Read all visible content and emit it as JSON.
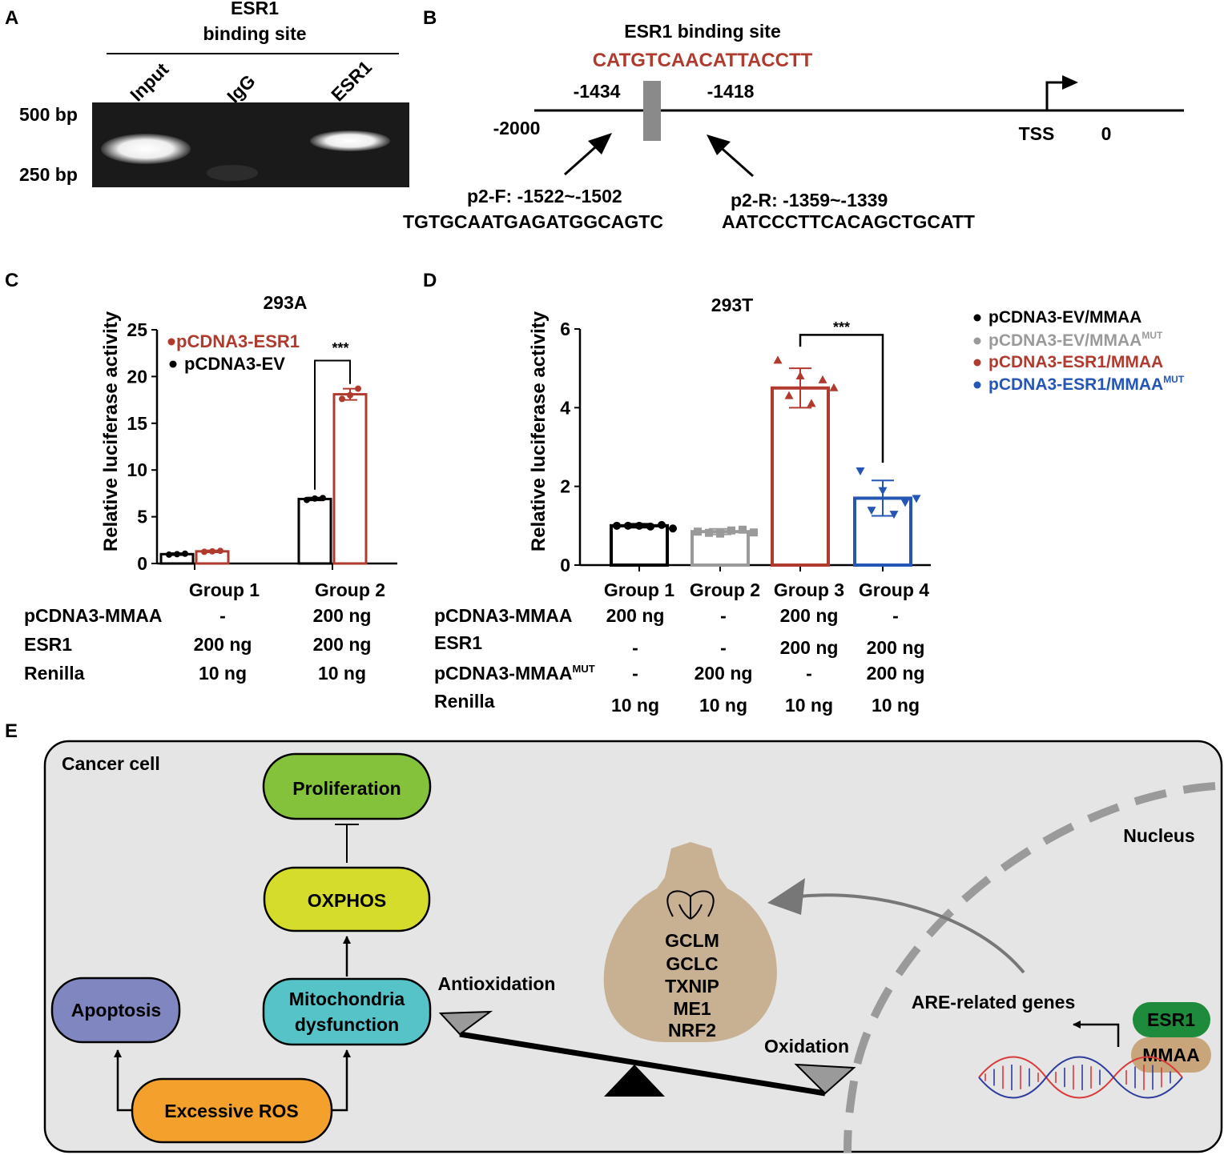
{
  "colors": {
    "red": "#b03a2e",
    "blue": "#2456b5",
    "gray": "#9a9a9a",
    "black": "#000000",
    "cell_bg": "#e5e5e5",
    "green": "#84c23c",
    "yellow": "#d5dc2c",
    "cyan": "#55c3c7",
    "purple": "#7f86c0",
    "orange": "#f3a12c",
    "bag": "#c8b092",
    "esr1_pill": "#1e8a3c",
    "mmaa_pill": "#c9a57b"
  },
  "panel_a": {
    "label": "A",
    "title_line1": "ESR1",
    "title_line2": "binding site",
    "lanes": [
      "Input",
      "IgG",
      "ESR1"
    ],
    "markers": [
      "500 bp",
      "250 bp"
    ]
  },
  "panel_b": {
    "label": "B",
    "title": "ESR1 binding site",
    "sequence": "CATGTCAACATTACCTT",
    "pos_left": "-1434",
    "pos_right": "-1418",
    "start": "-2000",
    "tss": "TSS",
    "zero": "0",
    "primer_f_name": "p2-F: -1522~-1502",
    "primer_f_seq": "TGTGCAATGAGATGGCAGTC",
    "primer_r_name": "p2-R: -1359~-1339",
    "primer_r_seq": "AATCCCTTCACAGCTGCATT"
  },
  "chart_data": [
    {
      "panel": "C",
      "type": "bar",
      "title": "293A",
      "ylabel": "Relative  luciferase activity",
      "ylim": [
        0,
        25
      ],
      "yticks": [
        "0",
        "5",
        "10",
        "15",
        "20",
        "25"
      ],
      "categories": [
        "Group 1",
        "Group 2"
      ],
      "series": [
        {
          "name": "pCDNA3-EV",
          "color": "#000000",
          "values": [
            1.0,
            6.9
          ],
          "errors": [
            0.1,
            0.15
          ]
        },
        {
          "name": "pCDNA3-ESR1",
          "color": "#b03a2e",
          "values": [
            1.3,
            18.1
          ],
          "errors": [
            0.1,
            0.6
          ]
        }
      ],
      "points": [
        [
          [
            0.95,
            1.0,
            1.05
          ],
          [
            6.8,
            6.95,
            7.0
          ]
        ],
        [
          [
            1.25,
            1.3,
            1.35
          ],
          [
            17.6,
            18.0,
            18.7
          ]
        ]
      ],
      "significance": "***",
      "conditions": [
        {
          "label": "pCDNA3-MMAA",
          "values": [
            "-",
            "200 ng"
          ]
        },
        {
          "label": "ESR1",
          "values": [
            "200 ng",
            "200 ng"
          ]
        },
        {
          "label": "Renilla",
          "values": [
            "10 ng",
            "10 ng"
          ]
        }
      ]
    },
    {
      "panel": "D",
      "type": "bar",
      "title": "293T",
      "ylabel": "Relative  luciferase activity",
      "ylim": [
        0,
        6
      ],
      "yticks": [
        "0",
        "2",
        "4",
        "6"
      ],
      "categories": [
        "Group 1",
        "Group 2",
        "Group 3",
        "Group 4"
      ],
      "series": [
        {
          "name": "pCDNA3-EV/MMAA",
          "sup": "",
          "color": "#000000",
          "marker": "circle"
        },
        {
          "name": "pCDNA3-EV/MMAA",
          "sup": "MUT",
          "color": "#9a9a9a",
          "marker": "square"
        },
        {
          "name": "pCDNA3-ESR1/MMAA",
          "sup": "",
          "color": "#b03a2e",
          "marker": "triangle-up"
        },
        {
          "name": "pCDNA3-ESR1/MMAA",
          "sup": "MUT",
          "color": "#2456b5",
          "marker": "triangle-down"
        }
      ],
      "values": [
        1.0,
        0.85,
        4.5,
        1.7
      ],
      "errors": [
        0.05,
        0.07,
        0.5,
        0.45
      ],
      "points": [
        [
          1.0,
          1.0,
          1.02,
          1.0,
          0.98,
          0.93
        ],
        [
          0.85,
          0.8,
          0.9,
          0.82,
          0.88,
          0.83
        ],
        [
          5.2,
          4.8,
          4.7,
          4.3,
          4.1,
          4.5
        ],
        [
          2.4,
          1.9,
          1.6,
          1.4,
          1.3,
          1.7
        ]
      ],
      "significance": "***",
      "conditions": [
        {
          "label": "pCDNA3-MMAA",
          "sup": "",
          "values": [
            "200 ng",
            "-",
            "200 ng",
            "-"
          ]
        },
        {
          "label": "ESR1",
          "sup": "",
          "values": [
            "-",
            "-",
            "200 ng",
            "200 ng"
          ]
        },
        {
          "label": "pCDNA3-MMAA",
          "sup": "MUT",
          "values": [
            "-",
            "200 ng",
            "-",
            "200 ng"
          ]
        },
        {
          "label": "Renilla",
          "sup": "",
          "values": [
            "10 ng",
            "10 ng",
            "10 ng",
            "10 ng"
          ]
        }
      ]
    }
  ],
  "panel_e": {
    "label": "E",
    "cell_label": "Cancer cell",
    "nucleus_label": "Nucleus",
    "proliferation": "Proliferation",
    "oxphos": "OXPHOS",
    "mito_line1": "Mitochondria",
    "mito_line2": "dysfunction",
    "apoptosis": "Apoptosis",
    "ros": "Excessive ROS",
    "antioxidation": "Antioxidation",
    "oxidation": "Oxidation",
    "genes": [
      "GCLM",
      "GCLC",
      "TXNIP",
      "ME1",
      "NRF2"
    ],
    "are_genes": "ARE-related genes",
    "esr1": "ESR1",
    "mmaa": "MMAA"
  }
}
